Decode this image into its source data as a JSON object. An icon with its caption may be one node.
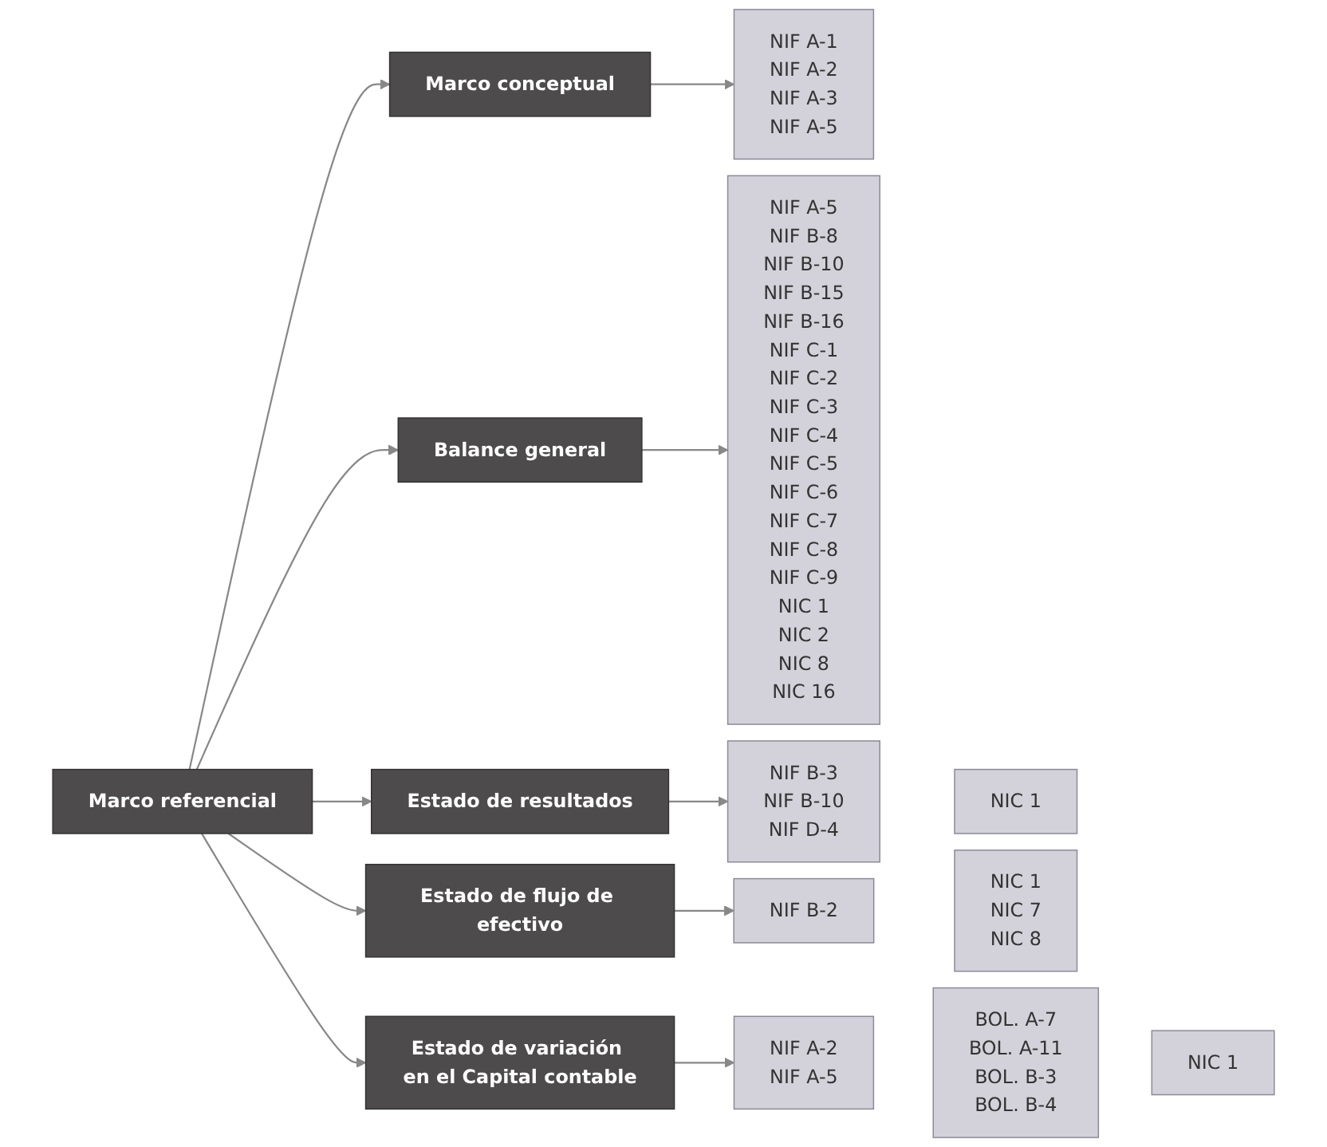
{
  "diagram": {
    "nodes": [
      {
        "text": [
          "Marco referencial"
        ]
      },
      {
        "text": [
          "Marco conceptual"
        ]
      },
      {
        "text": [
          "NIF A-1",
          "NIF A-2",
          "NIF A-3",
          "NIF A-5"
        ]
      },
      {
        "text": [
          "Balance general"
        ]
      },
      {
        "text": [
          "NIF A-5",
          "NIF B-8",
          "NIF B-10",
          "NIF B-15",
          "NIF B-16",
          "NIF C-1",
          "NIF C-2",
          "NIF C-3",
          "NIF C-4",
          "NIF C-5",
          "NIF C-6",
          "NIF C-7",
          "NIF C-8",
          "NIF C-9",
          "NIC 1",
          "NIC 2",
          "NIC 8",
          "NIC 16"
        ]
      },
      {
        "text": [
          "Estado de resultados"
        ]
      },
      {
        "text": [
          "NIF B-3",
          "NIF B-10",
          "NIF D-4"
        ]
      },
      {
        "text": [
          "NIC 1"
        ]
      },
      {
        "text": [
          "Estado de flujo de efectivo"
        ]
      },
      {
        "text": [
          "NIF B-2"
        ]
      },
      {
        "text": [
          "NIC 1",
          "NIC 7",
          "NIC 8"
        ]
      },
      {
        "text": [
          "Estado de variación en el Capital contable"
        ]
      },
      {
        "text": [
          "NIF A-2",
          "NIF A-5"
        ]
      },
      {
        "text": [
          "BOL. A-7",
          "BOL. A-11",
          "BOL. B-3",
          "BOL. B-4"
        ]
      },
      {
        "text": [
          "NIC 1"
        ]
      }
    ],
    "edges": [
      {
        "from": 0,
        "to": 1,
        "arrow": "to"
      },
      {
        "from": 0,
        "to": 3,
        "arrow": "to"
      },
      {
        "from": 0,
        "to": 5,
        "arrow": "to"
      },
      {
        "from": 0,
        "to": 8,
        "arrow": "to"
      },
      {
        "from": 0,
        "to": 11,
        "arrow": "to"
      },
      {
        "from": 1,
        "to": 2,
        "arrow": "to"
      },
      {
        "from": 3,
        "to": 4,
        "arrow": "to"
      },
      {
        "from": 5,
        "to": 6,
        "arrow": "to"
      },
      {
        "from": 8,
        "to": 9,
        "arrow": "to"
      },
      {
        "from": 11,
        "to": 12,
        "arrow": "to"
      }
    ]
  }
}
